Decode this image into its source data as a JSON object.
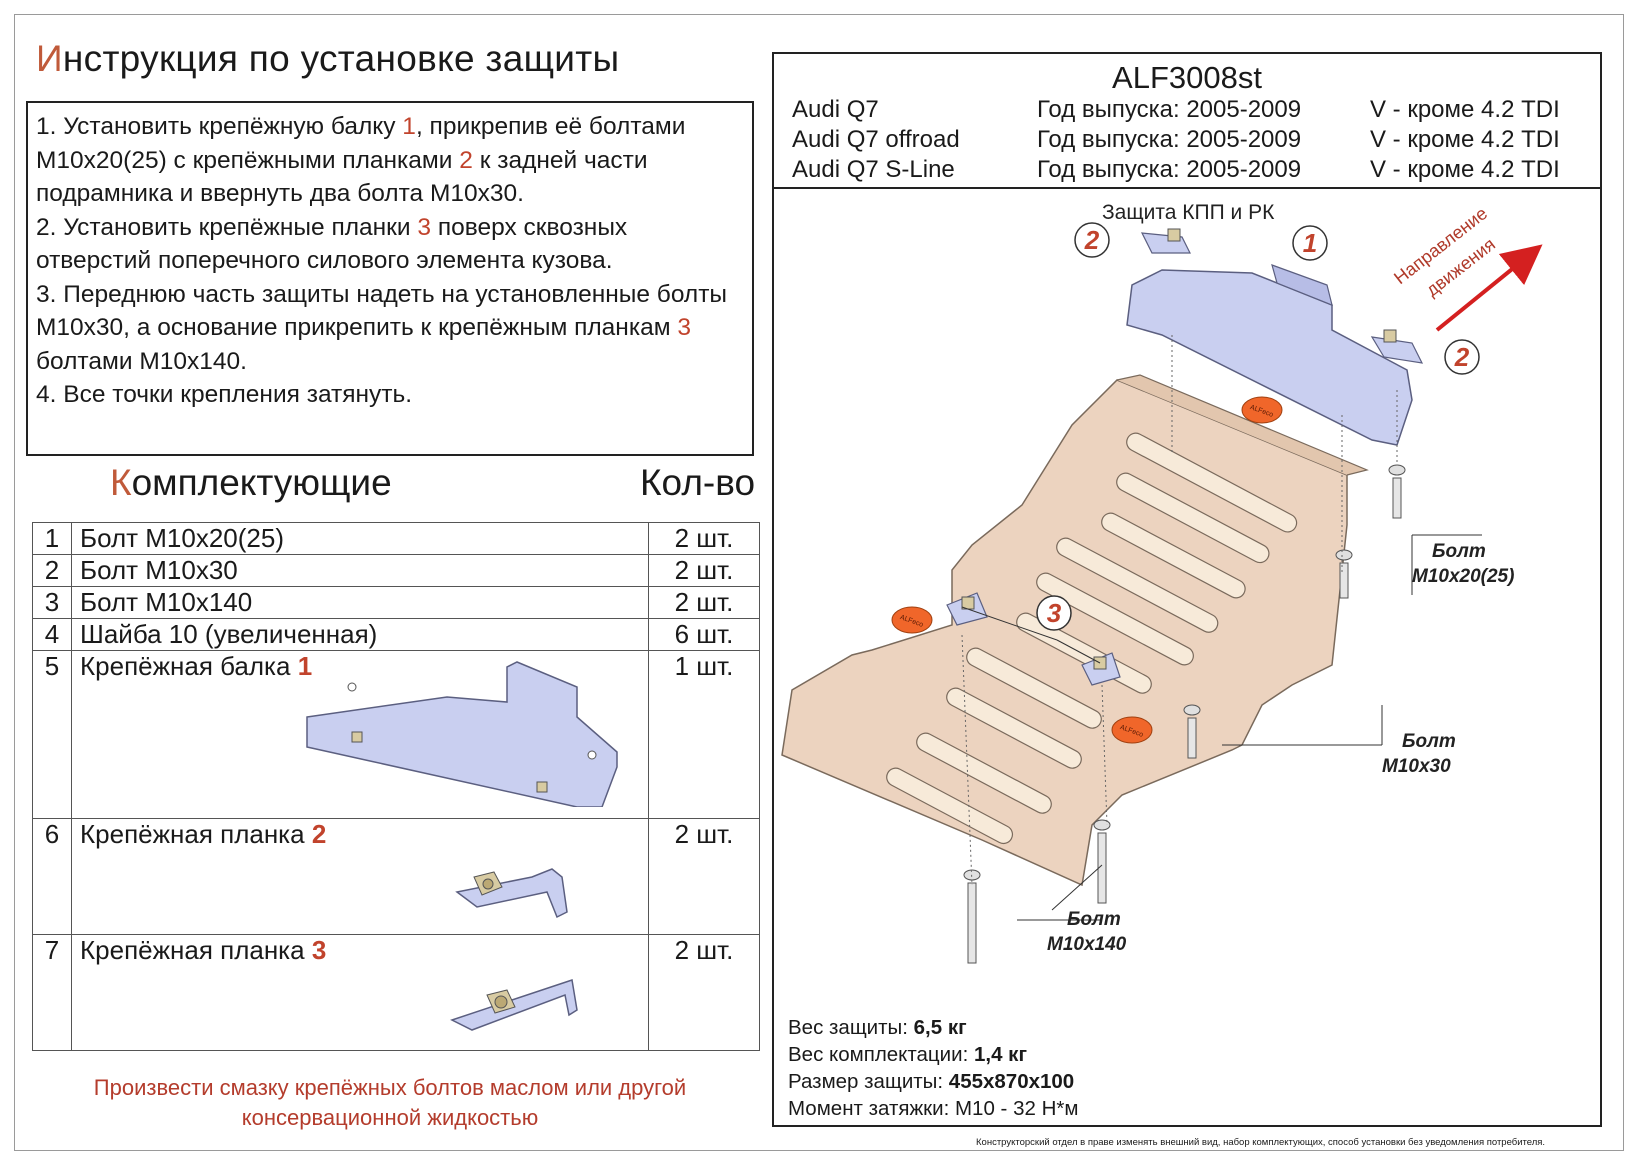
{
  "title": {
    "first_letter": "И",
    "rest": "нструкция по установке защиты"
  },
  "instructions": [
    {
      "parts": [
        [
          "1. Установить крепёжную балку ",
          false
        ],
        [
          "1",
          true
        ],
        [
          ", прикрепив её болтами М10х20(25) с крепёжными планками ",
          false
        ],
        [
          "2",
          true
        ],
        [
          " к задней части подрамника и ввернуть два болта М10х30.",
          false
        ]
      ]
    },
    {
      "parts": [
        [
          "2. Установить крепёжные планки ",
          false
        ],
        [
          "3",
          true
        ],
        [
          " поверх сквозных отверстий поперечного силового элемента кузова.",
          false
        ]
      ]
    },
    {
      "parts": [
        [
          "3. Переднюю часть защиты надеть на установленные болты М10х30, а основание прикрепить к крепёжным планкам ",
          false
        ],
        [
          "3",
          true
        ],
        [
          " болтами М10х140.",
          false
        ]
      ]
    },
    {
      "parts": [
        [
          "4. Все точки крепления затянуть.",
          false
        ]
      ]
    }
  ],
  "kit": {
    "title_first": "К",
    "title_rest": "омплектующие",
    "qty_header": "Кол-во",
    "rows": [
      {
        "n": "1",
        "name": "Болт М10х20(25)",
        "ref": "",
        "qty": "2 шт."
      },
      {
        "n": "2",
        "name": "Болт М10х30",
        "ref": "",
        "qty": "2 шт."
      },
      {
        "n": "3",
        "name": "Болт М10х140",
        "ref": "",
        "qty": "2 шт."
      },
      {
        "n": "4",
        "name": "Шайба 10 (увеличенная)",
        "ref": "",
        "qty": "6 шт."
      },
      {
        "n": "5",
        "name": "Крепёжная балка ",
        "ref": "1",
        "qty": "1 шт."
      },
      {
        "n": "6",
        "name": "Крепёжная планка ",
        "ref": "2",
        "qty": "2 шт."
      },
      {
        "n": "7",
        "name": "Крепёжная планка ",
        "ref": "3",
        "qty": "2 шт."
      }
    ]
  },
  "note": "Произвести смазку крепёжных болтов маслом или другой консервационной жидкостью",
  "product": {
    "code": "ALF3008st",
    "vehicles": [
      {
        "model": "Audi Q7",
        "year": "Год выпуска: 2005-2009",
        "engine": "V - кроме 4.2 TDI"
      },
      {
        "model": "Audi Q7 offroad",
        "year": "Год выпуска: 2005-2009",
        "engine": "V - кроме 4.2 TDI"
      },
      {
        "model": "Audi Q7 S-Line",
        "year": "Год выпуска: 2005-2009",
        "engine": "V - кроме 4.2 TDI"
      }
    ]
  },
  "diagram": {
    "section_label": "Защита КПП и РК",
    "direction": [
      "Направление",
      "движения"
    ],
    "callouts": [
      "1",
      "2",
      "2",
      "3"
    ],
    "bolt_labels": [
      {
        "word": "Болт",
        "size": "М10х20(25)"
      },
      {
        "word": "Болт",
        "size": "М10х30"
      },
      {
        "word": "Болт",
        "size": "М10х140"
      }
    ],
    "logo_text": "ALFeco"
  },
  "specs": [
    {
      "label": "Вес защиты: ",
      "value": "6,5 кг",
      "bold": true
    },
    {
      "label": "Вес комплектации: ",
      "value": "1,4 кг",
      "bold": true
    },
    {
      "label": "Размер защиты: ",
      "value": "455х870х100",
      "bold": true
    },
    {
      "label": "Момент затяжки: ",
      "value": "М10 - 32 Н*м",
      "bold": false
    }
  ],
  "disclaimer": "Конструкторский отдел в праве изменять внешний вид, набор комплектующих, способ установки без уведомления потребителя.",
  "colors": {
    "accent_red": "#c1432c",
    "plate_tan": "#ecd3bf",
    "bracket_blue": "#c9cff0",
    "arrow_red": "#d42020",
    "logo_orange": "#f0662a"
  }
}
